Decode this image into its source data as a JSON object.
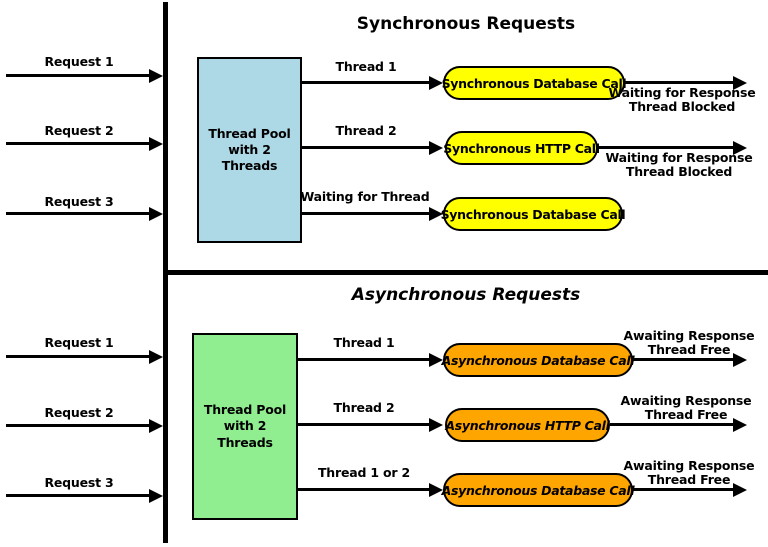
{
  "diagram": {
    "sync": {
      "title": "Synchronous Requests",
      "pool": {
        "line1": "Thread Pool",
        "line2": "with 2 Threads"
      },
      "pool_color": "#ADD8E6",
      "call_color": "#FFFF00",
      "requests": [
        "Request 1",
        "Request 2",
        "Request 3"
      ],
      "rows": [
        {
          "thread": "Thread 1",
          "call": "Synchronous Database Call",
          "status1": "Waiting for Response",
          "status2": "Thread Blocked"
        },
        {
          "thread": "Thread 2",
          "call": "Synchronous HTTP Call",
          "status1": "Waiting for Response",
          "status2": "Thread Blocked"
        },
        {
          "thread": "Waiting for Thread",
          "call": "Synchronous Database Call"
        }
      ]
    },
    "async": {
      "title": "Asynchronous Requests",
      "pool": {
        "line1": "Thread Pool",
        "line2": "with 2 Threads"
      },
      "pool_color": "#90EE90",
      "call_color": "#FFA500",
      "requests": [
        "Request 1",
        "Request 2",
        "Request 3"
      ],
      "rows": [
        {
          "thread": "Thread 1",
          "call": "Asynchronous Database Call",
          "status1": "Awaiting Response",
          "status2": "Thread Free"
        },
        {
          "thread": "Thread 2",
          "call": "Asynchronous HTTP Call",
          "status1": "Awaiting Response",
          "status2": "Thread Free"
        },
        {
          "thread": "Thread 1 or 2",
          "call": "Asynchronous Database Call",
          "status1": "Awaiting Response",
          "status2": "Thread Free"
        }
      ]
    }
  }
}
